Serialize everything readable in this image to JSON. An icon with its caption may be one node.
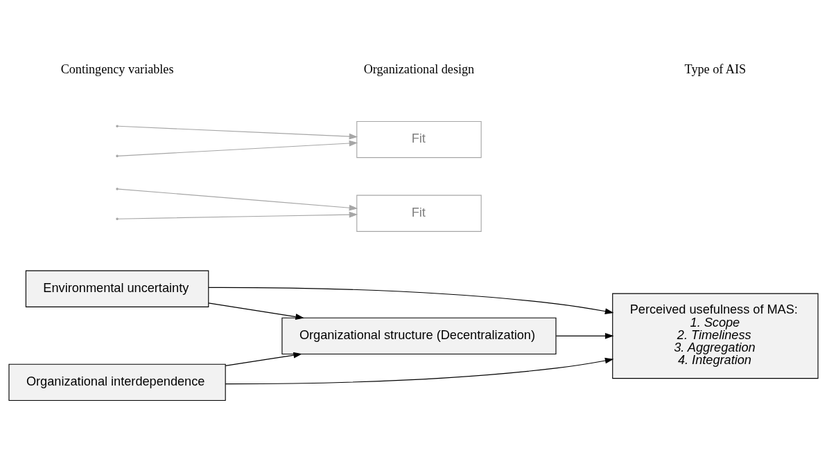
{
  "diagram": {
    "nodes": [
      {
        "text": [
          "Environmental uncertainty"
        ]
      },
      {
        "text": [
          "Organizational interdependence"
        ]
      },
      {
        "text": [
          "Organizational structure (Decentralization)"
        ]
      },
      {
        "text": [
          "Perceived usefulness of MAS:",
          "1. Scope",
          "2. Timeliness",
          "3. Aggregation",
          "4. Integration"
        ]
      },
      {
        "text": [
          "Fit"
        ]
      },
      {
        "text": [
          "Fit"
        ]
      }
    ],
    "edges": [
      {
        "from": 0,
        "to": 3,
        "arrow": "to"
      },
      {
        "from": 0,
        "to": 2,
        "arrow": "to"
      },
      {
        "from": 1,
        "to": 2,
        "arrow": "to"
      },
      {
        "from": 1,
        "to": 3,
        "arrow": "to"
      },
      {
        "from": 2,
        "to": 3,
        "arrow": "to"
      },
      {
        "from": null,
        "to": 4,
        "arrow": "to",
        "color": "#a6a6a6"
      },
      {
        "from": null,
        "to": 4,
        "arrow": "to",
        "color": "#a6a6a6"
      },
      {
        "from": null,
        "to": 5,
        "arrow": "to",
        "color": "#a6a6a6"
      },
      {
        "from": null,
        "to": 5,
        "arrow": "to",
        "color": "#a6a6a6"
      }
    ],
    "labels": [
      "Contingency variables",
      "Organizational design",
      "Type of AIS"
    ]
  }
}
